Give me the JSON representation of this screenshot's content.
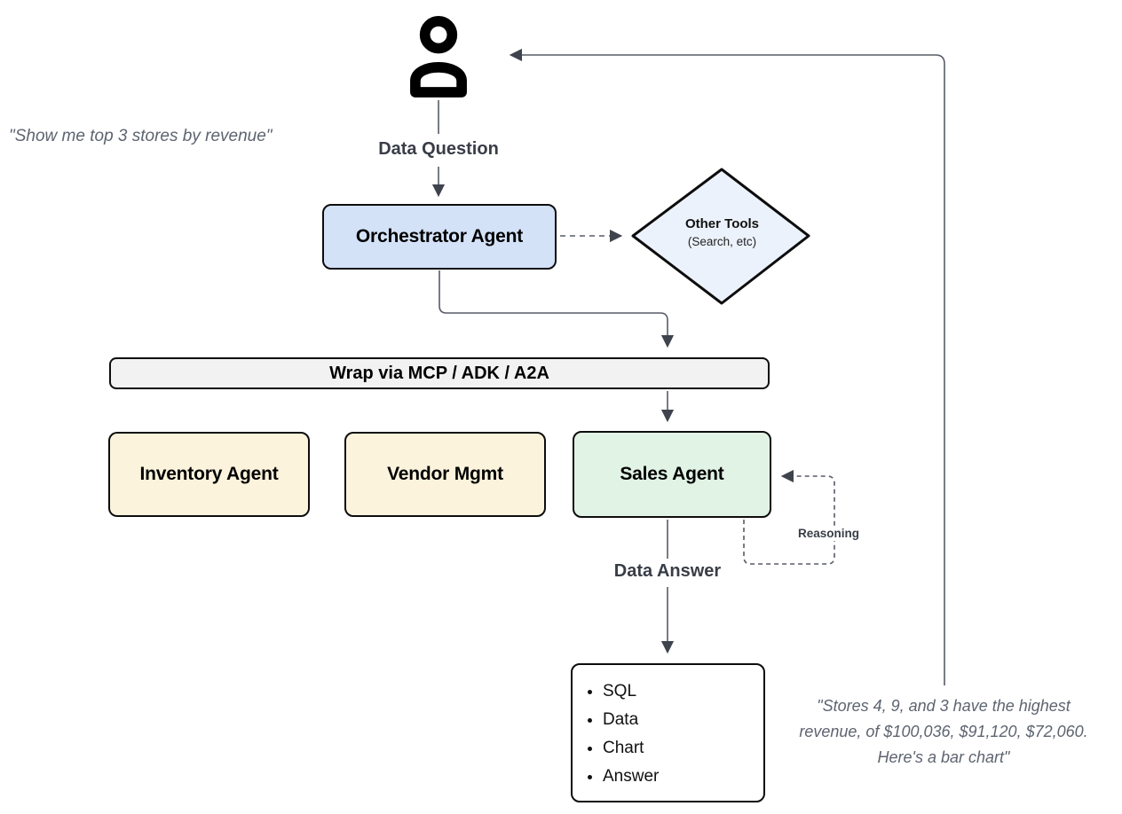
{
  "diagram": {
    "user_quote": "\"Show me top 3 stores by revenue\"",
    "assistant_quote": "\"Stores 4, 9, and 3 have the highest revenue, of $100,036, $91,120, $72,060. Here's a bar chart\"",
    "labels": {
      "data_question": "Data Question",
      "data_answer": "Data Answer",
      "reasoning": "Reasoning"
    },
    "nodes": {
      "orchestrator": "Orchestrator Agent",
      "other_tools_title": "Other Tools",
      "other_tools_subtitle": "(Search, etc)",
      "wrap_bar": "Wrap via MCP / ADK / A2A",
      "inventory": "Inventory Agent",
      "vendor": "Vendor Mgmt",
      "sales": "Sales Agent",
      "output_items": [
        "SQL",
        "Data",
        "Chart",
        "Answer"
      ]
    },
    "icons": {
      "user": "person-icon"
    },
    "colors": {
      "orchestrator_fill": "#d4e2f8",
      "other_tools_fill": "#ecf2fc",
      "wrap_bar_fill": "#f2f2f3",
      "agent_yellow_fill": "#fbf3dc",
      "agent_green_fill": "#e1f3e5",
      "output_fill": "#ffffff",
      "node_border": "#0d0d0d",
      "connector": "#565b66",
      "arrowhead": "#3e434d",
      "quote_text": "#5d6470",
      "flow_label_text": "#383d47"
    }
  }
}
